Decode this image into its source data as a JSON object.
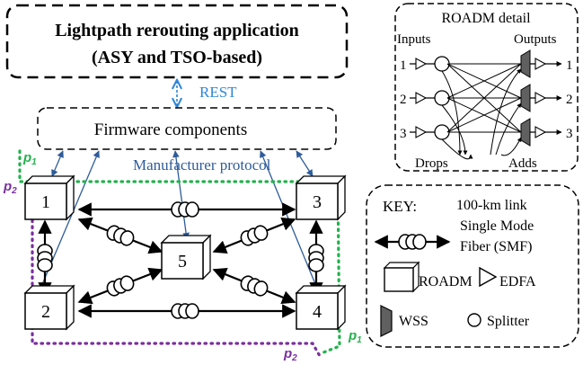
{
  "app": {
    "title_line1": "Lightpath rerouting application",
    "title_line2": "(ASY and TSO-based)"
  },
  "rest_label": "REST",
  "firmware_label": "Firmware components",
  "manufacturer_label": "Manufacturer protocol",
  "nodes": [
    {
      "id": "1",
      "label": "1"
    },
    {
      "id": "2",
      "label": "2"
    },
    {
      "id": "3",
      "label": "3"
    },
    {
      "id": "4",
      "label": "4"
    },
    {
      "id": "5",
      "label": "5"
    }
  ],
  "paths": {
    "p1": {
      "label": "p",
      "sub": "1",
      "color": "#22b24c"
    },
    "p2": {
      "label": "p",
      "sub": "2",
      "color": "#7a2fa0"
    }
  },
  "roadm_detail": {
    "title": "ROADM detail",
    "inputs_label": "Inputs",
    "outputs_label": "Outputs",
    "drops_label": "Drops",
    "adds_label": "Adds",
    "in_ports": [
      "1",
      "2",
      "3"
    ],
    "out_ports": [
      "1",
      "2",
      "3"
    ]
  },
  "key": {
    "title": "KEY:",
    "link_line1": "100-km link",
    "link_line2": "Single Mode",
    "link_line3": "Fiber (SMF)",
    "roadm": "ROADM",
    "edfa": "EDFA",
    "wss": "WSS",
    "splitter": "Splitter"
  },
  "colors": {
    "control_blue": "#2e5c9a",
    "rest_blue": "#2f86d6",
    "wss_fill": "#606060"
  }
}
